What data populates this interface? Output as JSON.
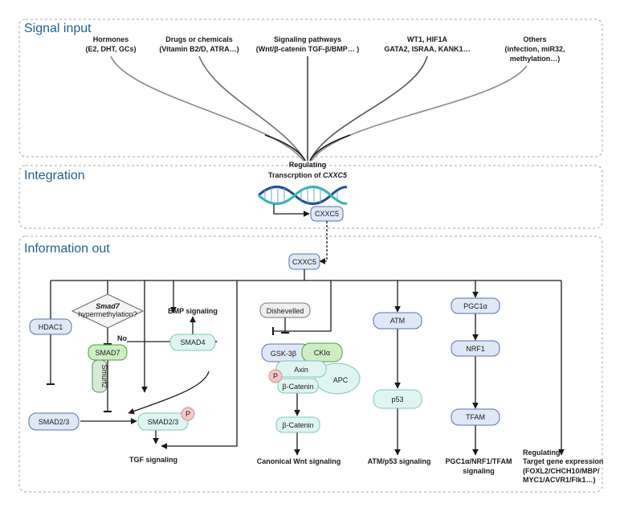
{
  "sections": {
    "signal_input": "Signal input",
    "integration": "Integration",
    "information_out": "Information out"
  },
  "inputs": {
    "hormones": [
      "Hormones",
      "(E2, DHT, GCs)"
    ],
    "drugs": [
      "Drugs or chemicals",
      "(Vitamin B2/D, ATRA…)"
    ],
    "pathways": [
      "Signaling pathways",
      "(Wnt/β-catenin TGF-β/BMP… )"
    ],
    "genes": [
      "WT1, HIF1A",
      "GATA2, ISRAA, KANK1…"
    ],
    "others": [
      "Others",
      "(infection, miR32,",
      "methylation…)"
    ]
  },
  "integration": {
    "regulating": "Regulating",
    "transcription_prefix": "Transcrption of ",
    "transcription_gene": "CXXC5",
    "cxxc5": "CXXC5"
  },
  "out": {
    "cxxc5": "CXXC5",
    "tgf": {
      "hdac1": "HDAC1",
      "smad7_question_gene": "Smad7",
      "smad7_question_rest": "hypermethylation?",
      "no": "No",
      "smad7": "SMAD7",
      "smurf2": "Smurf2",
      "smad4": "SMAD4",
      "bmp_signaling": "BMP signaling",
      "smad23_a": "SMAD2/3",
      "smad23_b": "SMAD2/3",
      "phospho": "P",
      "tgf_signaling": "TGF signaling"
    },
    "wnt": {
      "dishevelled": "Dishevelled",
      "gsk3b": "GSK-3β",
      "ck1a": "CKIα",
      "axin": "Axin",
      "apc": "APC",
      "phospho": "P",
      "bcatenin_1": "β-Catenin",
      "bcatenin_2": "β-Catenin",
      "canonical_wnt": "Canonical Wnt signaling"
    },
    "atm": {
      "atm": "ATM",
      "p53": "p53",
      "signaling": "ATM/p53 signaling"
    },
    "pgc": {
      "pgc1a": "PGC1α",
      "nrf1": "NRF1",
      "tfam": "TFAM",
      "signaling_1": "PGC1α/NRF1/TFAM",
      "signaling_2": "signaling"
    },
    "target": {
      "line1": "Regulating",
      "line2": "Target gene expression",
      "line3": "(FOXL2/CHCH10/MBP/",
      "line4": "MYC1/ACVR1/Flk1…)"
    }
  },
  "colors": {
    "section_title": "#1f5f96",
    "frame": "#9aa7b4",
    "blue_node_fill": "#dfe8f7",
    "blue_node_stroke": "#5c6fae",
    "teal_node_fill": "#dff5f1",
    "teal_node_stroke": "#7ec7bb",
    "green_node_fill": "#cdeec3",
    "green_node_stroke": "#4f9a3c",
    "grey_node_fill": "#eeeeee",
    "grey_node_stroke": "#777777",
    "phospho_fill": "#f7c7c7",
    "dna_blue": "#1f4f9c",
    "dna_teal": "#35b7ad"
  }
}
